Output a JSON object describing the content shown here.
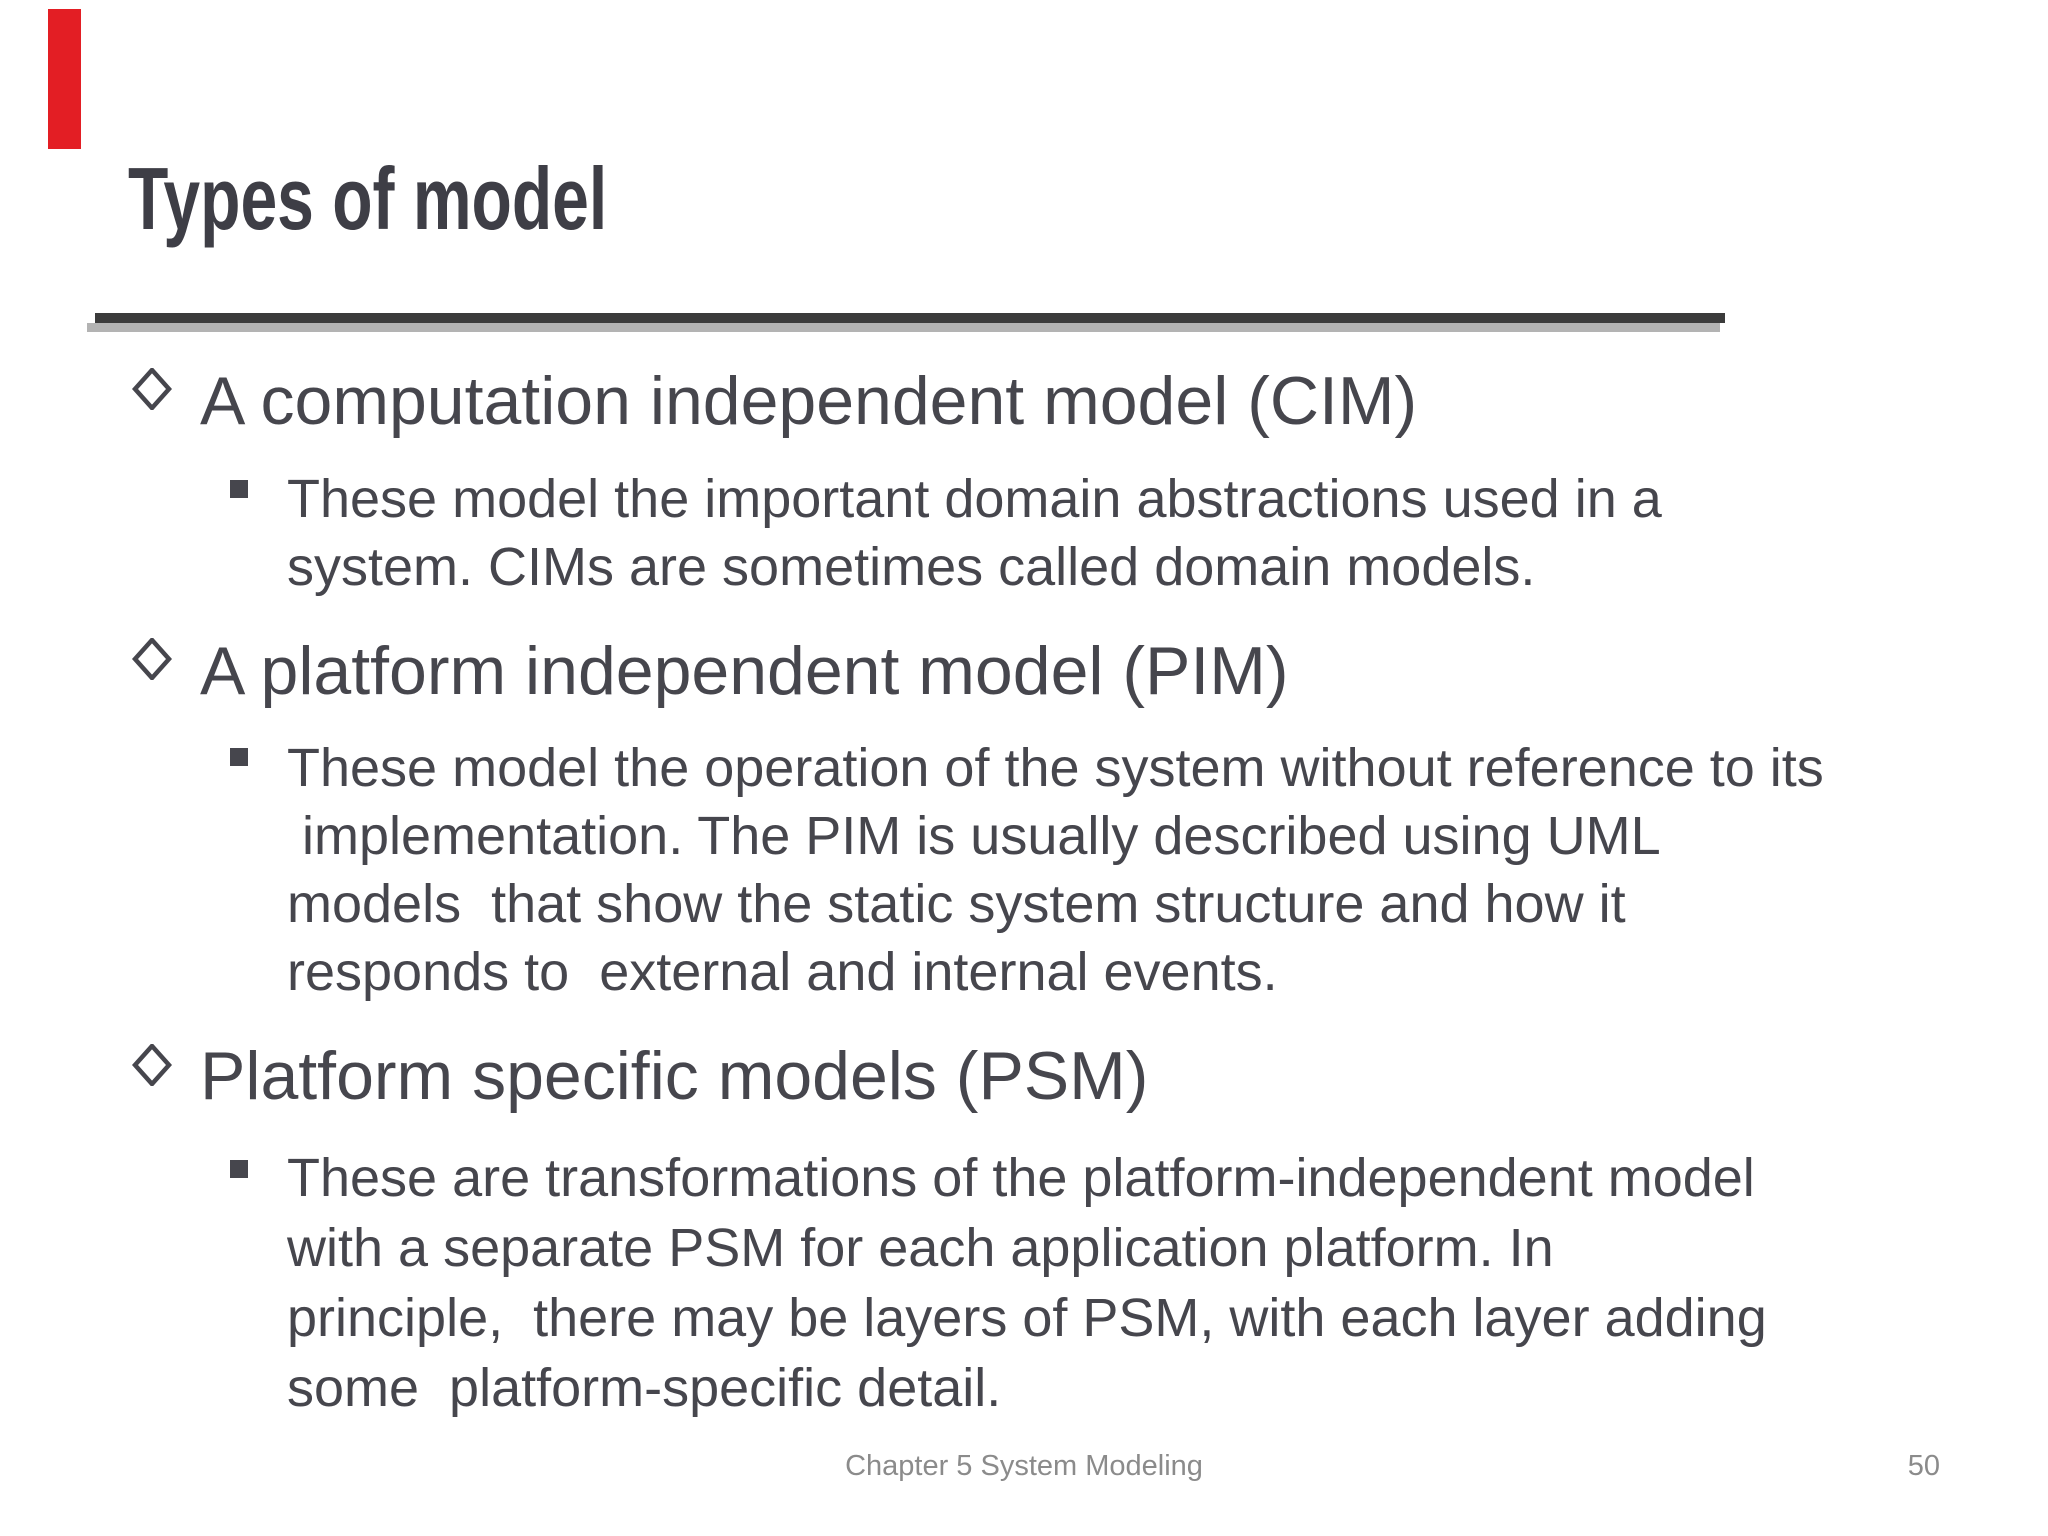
{
  "title": "Types of model",
  "bullets": [
    {
      "heading": "A computation independent model (CIM)",
      "body": [
        "These model the important domain abstractions used in a",
        "system. CIMs are sometimes called domain models."
      ]
    },
    {
      "heading": "A platform independent model (PIM)",
      "body": [
        "These model the operation of the system without reference to its",
        " implementation. The PIM is usually described using UML",
        "models  that show the static system structure and how it",
        "responds to  external and internal events."
      ]
    },
    {
      "heading": "Platform specific models (PSM)",
      "body": [
        "These are transformations of the platform-independent model",
        "with a separate PSM for each application platform. In",
        "principle,  there may be layers of PSM, with each layer adding",
        "some  platform-specific detail."
      ]
    }
  ],
  "footer": {
    "text": "Chapter 5 System Modeling",
    "page_number": "50"
  },
  "icons": {
    "level1_bullet": "diamond-outline-icon",
    "level2_bullet": "square-bullet-icon"
  },
  "colors": {
    "background": "#ffffff",
    "title_text": "#3e3e46",
    "text": "#46464d",
    "footer_text": "#8b8b8b",
    "rule_dark": "#3b3b3b",
    "rule_light": "#b3b3b3",
    "red_marker": "#e31e24"
  }
}
